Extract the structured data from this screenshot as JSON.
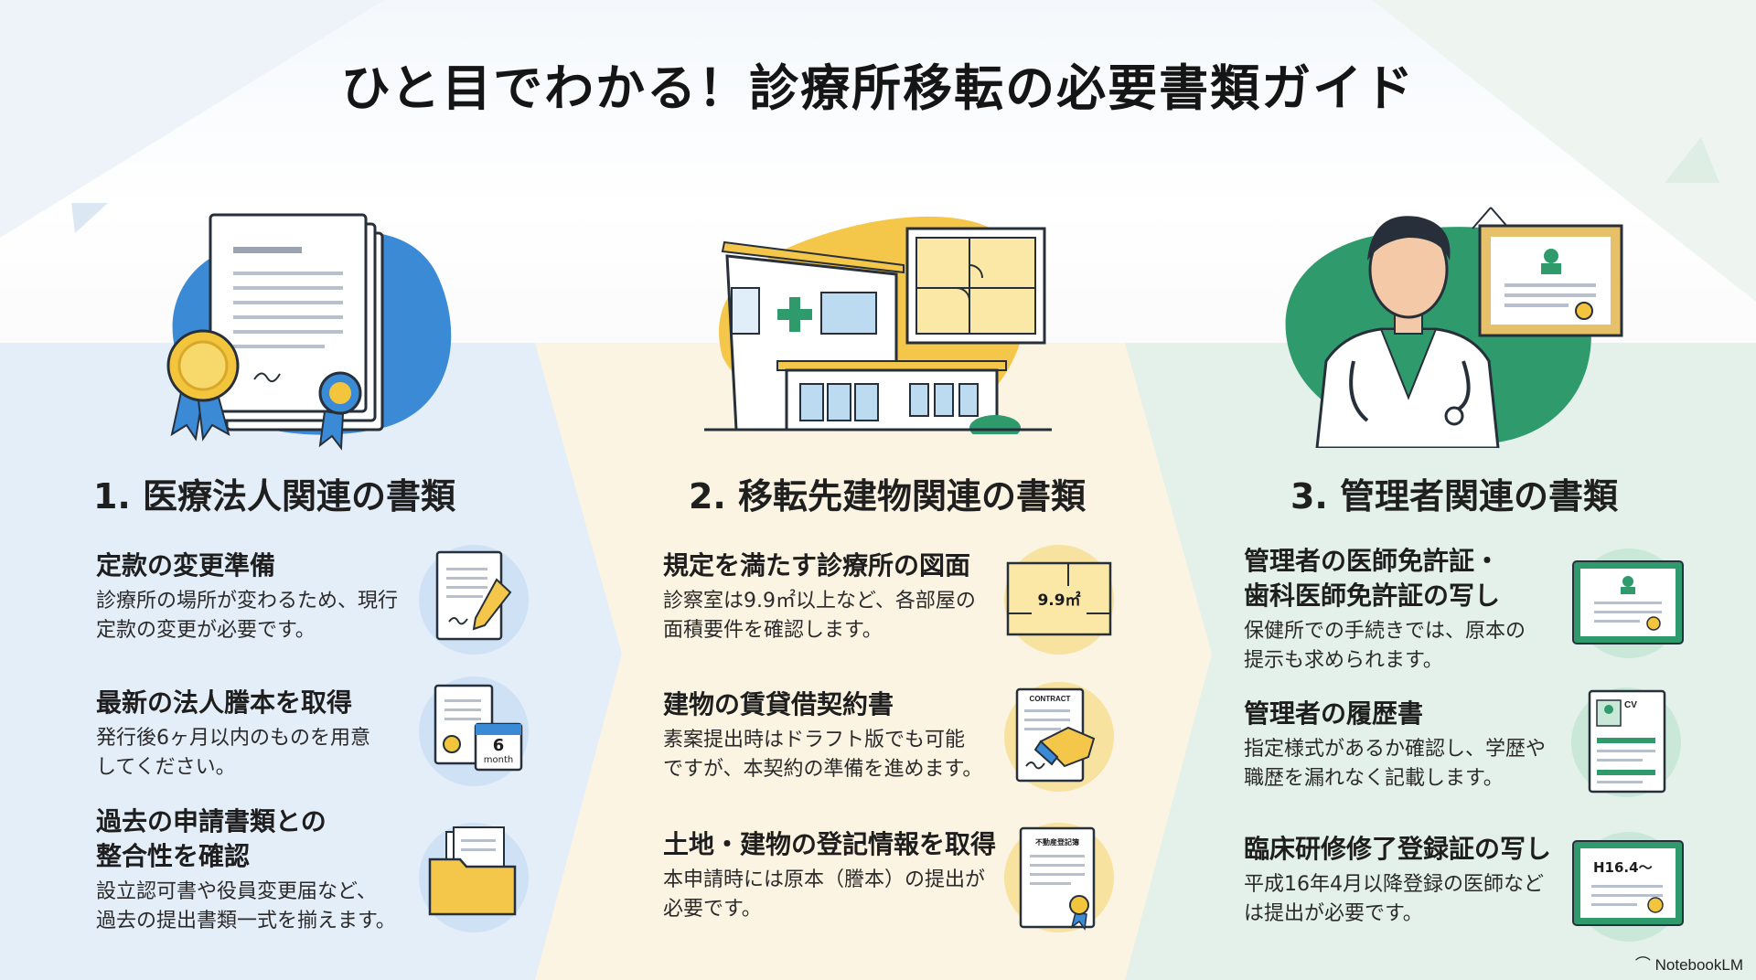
{
  "page": {
    "title": "ひと目でわかる！診療所移転の必要書類ガイド",
    "footer_logo": "NotebookLM"
  },
  "colors": {
    "blue": "#3a8ad6",
    "yellow": "#f4c74a",
    "green": "#2f9a6c",
    "col1_bg": "#e4eef9",
    "col2_bg": "#fbf4e2",
    "col3_bg": "#e3f1ea"
  },
  "columns": [
    {
      "heading": "1. 医療法人関連の書類",
      "hero_icon": "certificate-documents-icon",
      "items": [
        {
          "title": "定款の変更準備",
          "desc": "診療所の場所が変わるため、現行\n定款の変更が必要です。",
          "icon": "document-signature-icon"
        },
        {
          "title": "最新の法人謄本を取得",
          "desc": "発行後6ヶ月以内のものを用意\nしてください。",
          "icon": "calendar-6month-icon",
          "icon_text_num": "6",
          "icon_text_unit": "month"
        },
        {
          "title": "過去の申請書類との\n整合性を確認",
          "desc": "設立認可書や役員変更届など、\n過去の提出書類一式を揃えます。",
          "icon": "folder-documents-icon"
        }
      ]
    },
    {
      "heading": "2. 移転先建物関連の書類",
      "hero_icon": "clinic-building-floorplan-icon",
      "items": [
        {
          "title": "規定を満たす診療所の図面",
          "desc": "診察室は9.9㎡以上など、各部屋の\n面積要件を確認します。",
          "icon": "floorplan-icon",
          "icon_text": "9.9㎡"
        },
        {
          "title": "建物の賃貸借契約書",
          "desc": "素案提出時はドラフト版でも可能\nですが、本契約の準備を進めます。",
          "icon": "contract-handshake-icon",
          "icon_text": "CONTRACT"
        },
        {
          "title": "土地・建物の登記情報を取得",
          "desc": "本申請時には原本（謄本）の提出が\n必要です。",
          "icon": "registry-certificate-icon",
          "icon_text": "不動産登記簿"
        }
      ]
    },
    {
      "heading": "3. 管理者関連の書類",
      "hero_icon": "doctor-license-icon",
      "items": [
        {
          "title": "管理者の医師免許証・\n歯科医師免許証の写し",
          "desc": "保健所での手続きでは、原本の\n提示も求められます。",
          "icon": "license-certificate-icon"
        },
        {
          "title": "管理者の履歴書",
          "desc": "指定様式があるか確認し、学歴や\n職歴を漏れなく記載します。",
          "icon": "cv-resume-icon",
          "icon_text": "CV"
        },
        {
          "title": "臨床研修修了登録証の写し",
          "desc": "平成16年4月以降登録の医師など\nは提出が必要です。",
          "icon": "training-certificate-icon",
          "icon_text": "H16.4〜"
        }
      ]
    }
  ]
}
